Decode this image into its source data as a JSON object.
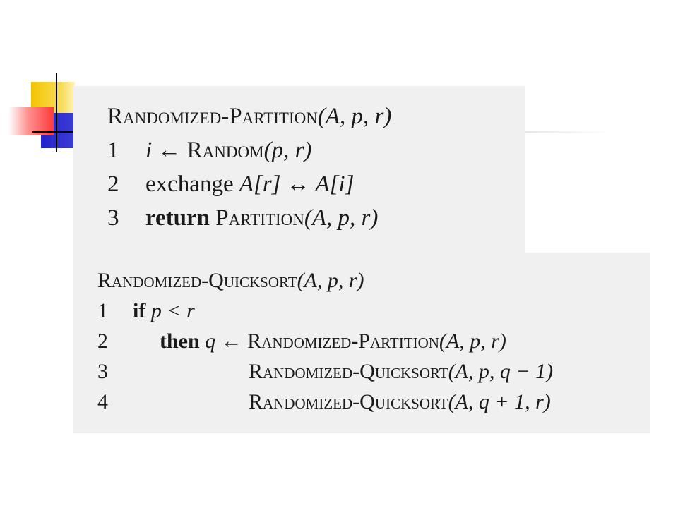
{
  "partition": {
    "header": {
      "name": "Randomized-Partition",
      "args": "(A, p, r)"
    },
    "lines": [
      {
        "num": "1",
        "var": "i",
        "arrow": "←",
        "call": "Random",
        "args": "(p, r)"
      },
      {
        "num": "2",
        "text": "exchange",
        "expr": "A[r] ↔ A[i]"
      },
      {
        "num": "3",
        "keyword": "return",
        "call": "Partition",
        "args": "(A, p, r)"
      }
    ]
  },
  "quicksort": {
    "header": {
      "name": "Randomized-Quicksort",
      "args": "(A, p, r)"
    },
    "lines": [
      {
        "num": "1",
        "keyword": "if",
        "expr": "p < r"
      },
      {
        "num": "2",
        "keyword": "then",
        "var": "q",
        "arrow": "←",
        "call": "Randomized-Partition",
        "args": "(A, p, r)"
      },
      {
        "num": "3",
        "call": "Randomized-Quicksort",
        "args": "(A, p, q − 1)"
      },
      {
        "num": "4",
        "call": "Randomized-Quicksort",
        "args": "(A, q + 1, r)"
      }
    ]
  },
  "colors": {
    "panel": "#f0f0f0",
    "yellow": "#f4c400",
    "blue": "#2222cc",
    "red": "#ff3a3a"
  }
}
